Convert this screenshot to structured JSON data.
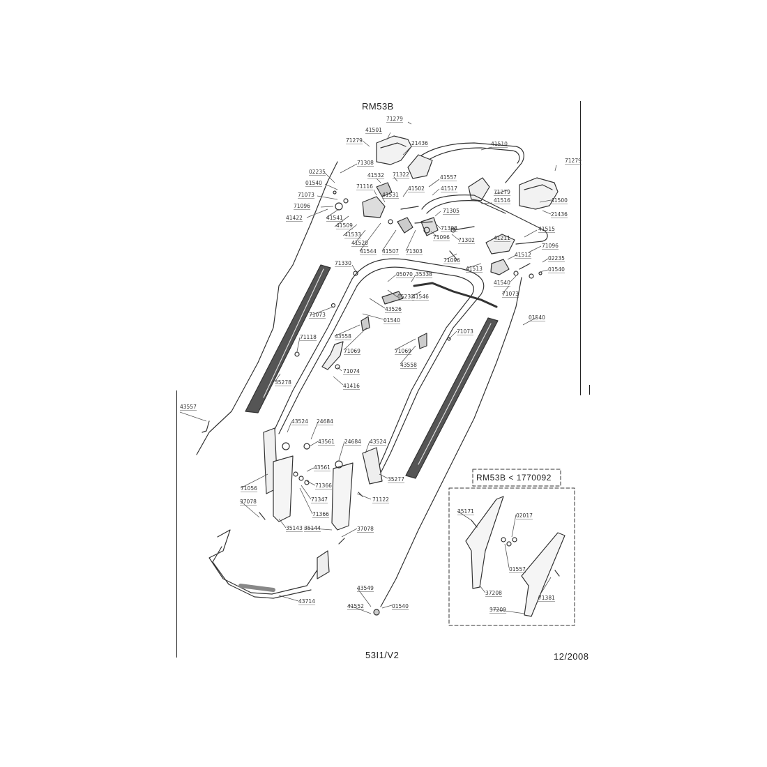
{
  "header": {
    "model": "RM53B"
  },
  "footer": {
    "sheet": "53I1/V2",
    "date": "12/2008"
  },
  "inset": {
    "title": "RM53B  <  1770092"
  },
  "parts": [
    {
      "id": "p71279a",
      "label": "71279"
    },
    {
      "id": "p41501",
      "label": "41501"
    },
    {
      "id": "p71279b",
      "label": "71279"
    },
    {
      "id": "p21436a",
      "label": "21436"
    },
    {
      "id": "p41510",
      "label": "41510"
    },
    {
      "id": "p71279c",
      "label": "71279"
    },
    {
      "id": "p71308a",
      "label": "71308"
    },
    {
      "id": "p02235a",
      "label": "02235"
    },
    {
      "id": "p41532",
      "label": "41532"
    },
    {
      "id": "p71322",
      "label": "71322"
    },
    {
      "id": "p41557a",
      "label": "41557"
    },
    {
      "id": "p01540a",
      "label": "01540"
    },
    {
      "id": "p71116",
      "label": "71116"
    },
    {
      "id": "p41502",
      "label": "41502"
    },
    {
      "id": "p41517",
      "label": "41517"
    },
    {
      "id": "p71279d",
      "label": "71279"
    },
    {
      "id": "p71073a",
      "label": "71073"
    },
    {
      "id": "p41531",
      "label": "41531"
    },
    {
      "id": "p41516",
      "label": "41516"
    },
    {
      "id": "p41500",
      "label": "41500"
    },
    {
      "id": "p71096a",
      "label": "71096"
    },
    {
      "id": "p71305",
      "label": "71305"
    },
    {
      "id": "p21436b",
      "label": "21436"
    },
    {
      "id": "p41422",
      "label": "41422"
    },
    {
      "id": "p41541",
      "label": "41541"
    },
    {
      "id": "p41509",
      "label": "41509"
    },
    {
      "id": "p71308b",
      "label": "71308"
    },
    {
      "id": "p41533",
      "label": "41533"
    },
    {
      "id": "p71096b",
      "label": "71096"
    },
    {
      "id": "p71302",
      "label": "71302"
    },
    {
      "id": "p41211",
      "label": "41211"
    },
    {
      "id": "p41515",
      "label": "41515"
    },
    {
      "id": "p41520",
      "label": "41520"
    },
    {
      "id": "p41544",
      "label": "41544"
    },
    {
      "id": "p41507",
      "label": "41507"
    },
    {
      "id": "p71303",
      "label": "71303"
    },
    {
      "id": "p71096c",
      "label": "71096"
    },
    {
      "id": "p71096d",
      "label": "71096"
    },
    {
      "id": "p41512",
      "label": "41512"
    },
    {
      "id": "p02235b",
      "label": "02235"
    },
    {
      "id": "p41513",
      "label": "41513"
    },
    {
      "id": "p01540b",
      "label": "01540"
    },
    {
      "id": "p71330",
      "label": "71330"
    },
    {
      "id": "p05070",
      "label": "05070"
    },
    {
      "id": "p35338",
      "label": "35338"
    },
    {
      "id": "p41540",
      "label": "41540"
    },
    {
      "id": "p05232",
      "label": "05232"
    },
    {
      "id": "p41546",
      "label": "41546"
    },
    {
      "id": "p71073b",
      "label": "71073"
    },
    {
      "id": "p43526",
      "label": "43526"
    },
    {
      "id": "p71073c",
      "label": "71073"
    },
    {
      "id": "p01540c",
      "label": "01540"
    },
    {
      "id": "p01540d",
      "label": "01540"
    },
    {
      "id": "p71073d",
      "label": "71073"
    },
    {
      "id": "p43558a",
      "label": "43558"
    },
    {
      "id": "p71118",
      "label": "71118"
    },
    {
      "id": "p71069a",
      "label": "71069"
    },
    {
      "id": "p71069b",
      "label": "71069"
    },
    {
      "id": "p43558b",
      "label": "43558"
    },
    {
      "id": "p71074",
      "label": "71074"
    },
    {
      "id": "p35278",
      "label": "35278"
    },
    {
      "id": "p41416",
      "label": "41416"
    },
    {
      "id": "p43557",
      "label": "43557"
    },
    {
      "id": "p43524a",
      "label": "43524"
    },
    {
      "id": "p24684a",
      "label": "24684"
    },
    {
      "id": "p43561a",
      "label": "43561"
    },
    {
      "id": "p24684b",
      "label": "24684"
    },
    {
      "id": "p43524b",
      "label": "43524"
    },
    {
      "id": "p43561b",
      "label": "43561"
    },
    {
      "id": "p71366a",
      "label": "71366"
    },
    {
      "id": "p35277",
      "label": "35277"
    },
    {
      "id": "p71056",
      "label": "71056"
    },
    {
      "id": "p71347",
      "label": "71347"
    },
    {
      "id": "p71122",
      "label": "71122"
    },
    {
      "id": "p37078a",
      "label": "37078"
    },
    {
      "id": "p71366b",
      "label": "71366"
    },
    {
      "id": "p35143",
      "label": "35143"
    },
    {
      "id": "p35144",
      "label": "35144"
    },
    {
      "id": "p37078b",
      "label": "37078"
    },
    {
      "id": "p43714",
      "label": "43714"
    },
    {
      "id": "p43549",
      "label": "43549"
    },
    {
      "id": "p41552",
      "label": "41552"
    },
    {
      "id": "p01540e",
      "label": "01540"
    },
    {
      "id": "p35171",
      "label": "35171"
    },
    {
      "id": "p02017",
      "label": "02017"
    },
    {
      "id": "p01557b",
      "label": "01557"
    },
    {
      "id": "p37208",
      "label": "37208"
    },
    {
      "id": "p71381",
      "label": "71381"
    },
    {
      "id": "p37209",
      "label": "37209"
    }
  ]
}
